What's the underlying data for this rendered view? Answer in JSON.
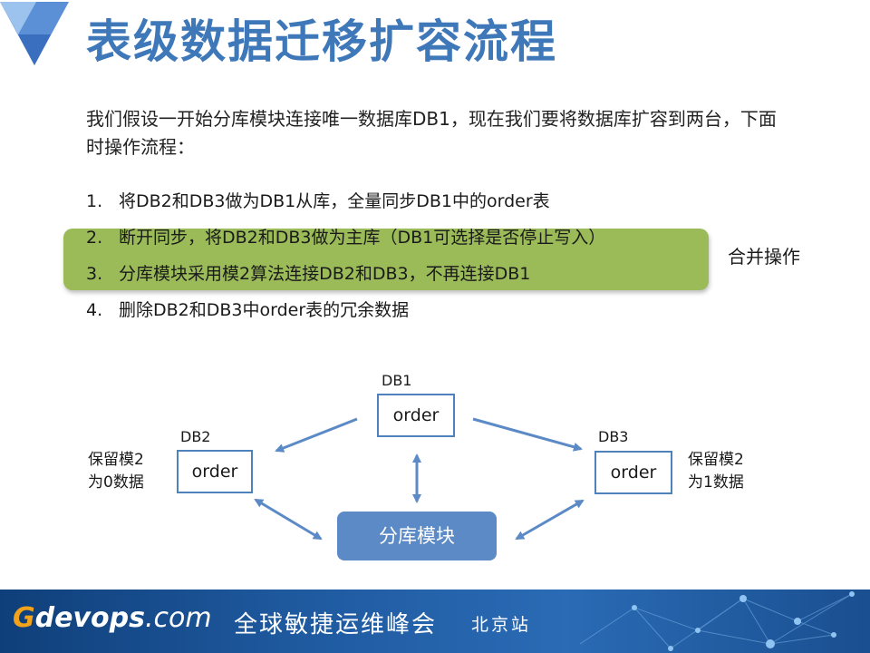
{
  "title": "表级数据迁移扩容流程",
  "intro": "我们假设一开始分库模块连接唯一数据库DB1，现在我们要将数据库扩容到两台，下面时操作流程：",
  "steps": [
    {
      "num": "1.",
      "text": "将DB2和DB3做为DB1从库，全量同步DB1中的order表"
    },
    {
      "num": "2.",
      "text": "断开同步，将DB2和DB3做为主库（DB1可选择是否停止写入）"
    },
    {
      "num": "3.",
      "text": "分库模块采用模2算法连接DB2和DB3，不再连接DB1"
    },
    {
      "num": "4.",
      "text": "删除DB2和DB3中order表的冗余数据"
    }
  ],
  "merge_label": "合并操作",
  "diagram": {
    "db1": {
      "label": "DB1",
      "table": "order"
    },
    "db2": {
      "label": "DB2",
      "table": "order",
      "note_line1": "保留模2",
      "note_line2": "为0数据"
    },
    "db3": {
      "label": "DB3",
      "table": "order",
      "note_line1": "保留模2",
      "note_line2": "为1数据"
    },
    "module": "分库模块"
  },
  "footer": {
    "brand_g": "G",
    "brand_rest": "devops",
    "brand_domain": ".com",
    "summit": "全球敏捷运维峰会",
    "city": "北京站"
  },
  "colors": {
    "title": "#3f78b8",
    "highlight": "#9bbb59",
    "box_border": "#4f81bd",
    "module": "#5b8ac6",
    "arrow": "#5b8ac6",
    "footer": "#1f5aa0",
    "brand_accent": "#f2a31b"
  }
}
